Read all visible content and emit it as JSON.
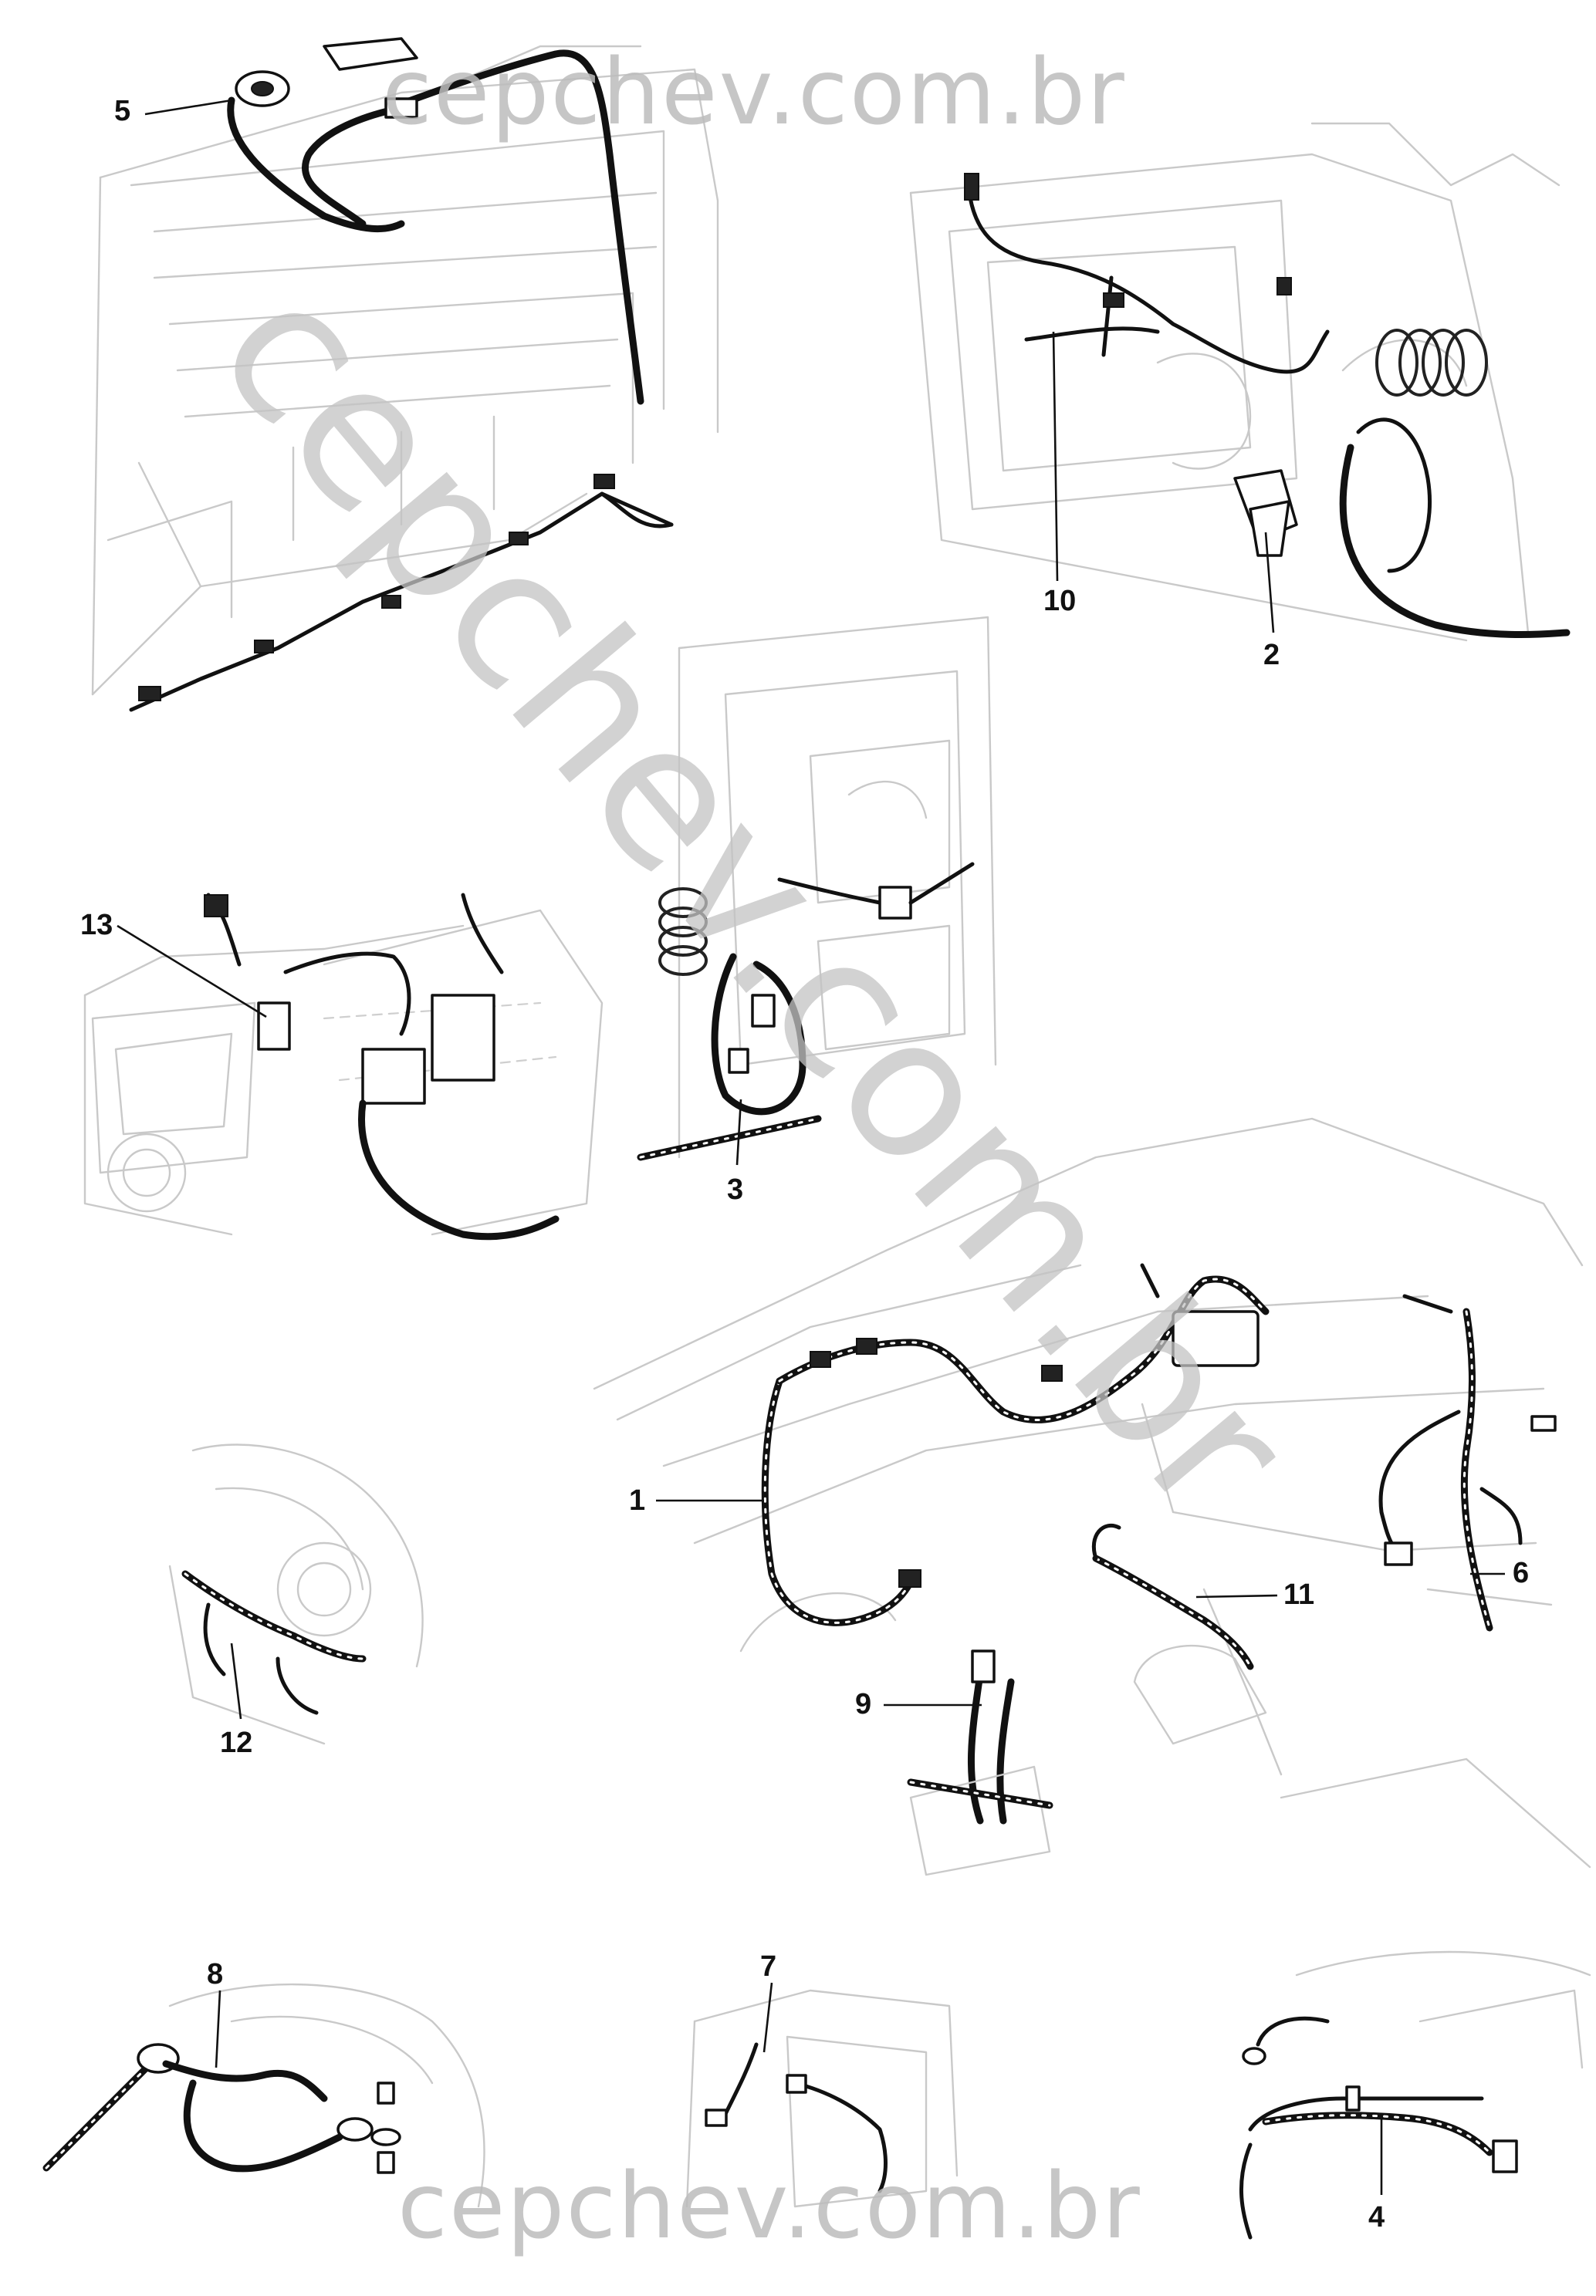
{
  "watermark": {
    "top": "cepchev.com.br",
    "bottom": "cepchev.com.br",
    "diagonal": "cepchev.com.br"
  },
  "callouts": {
    "c1": "1",
    "c2": "2",
    "c3": "3",
    "c4": "4",
    "c5": "5",
    "c6": "6",
    "c7": "7",
    "c8": "8",
    "c9": "9",
    "c10": "10",
    "c11": "11",
    "c12": "12",
    "c13": "13"
  },
  "colors": {
    "ink": "#111111",
    "ghost_lines": "#c9c9c9",
    "watermark": "#bdbdbd"
  }
}
